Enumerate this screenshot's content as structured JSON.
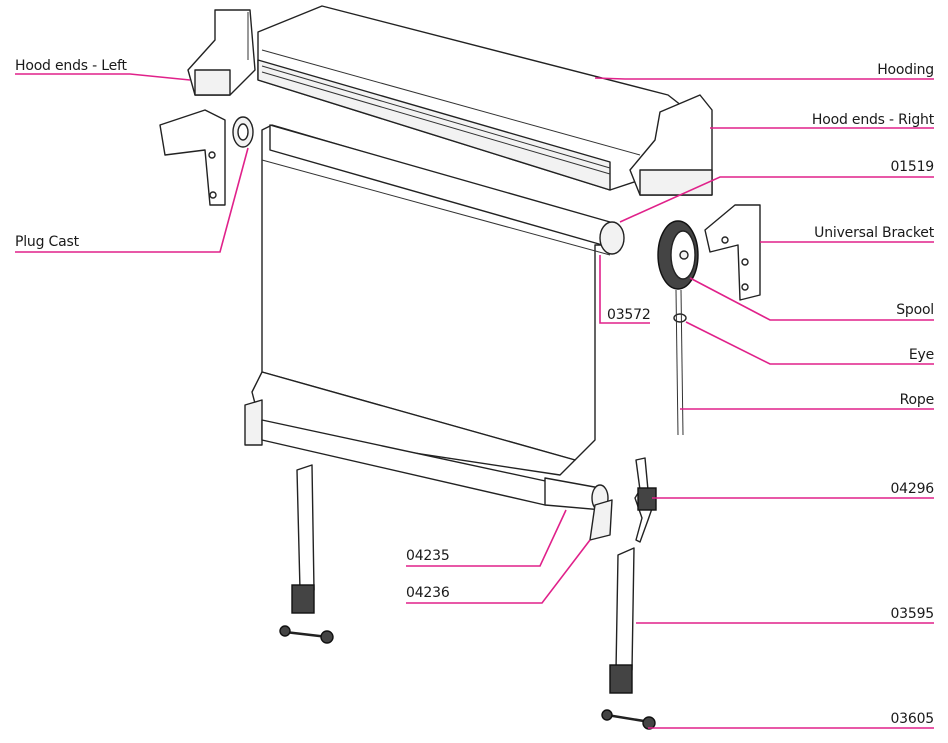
{
  "labels": {
    "hood_ends_left": "Hood ends - Left",
    "hooding": "Hooding",
    "hood_ends_right": "Hood ends - Right",
    "plug_cast": "Plug Cast",
    "p01519": "01519",
    "universal_bracket": "Universal Bracket",
    "p03572": "03572",
    "spool": "Spool",
    "eye": "Eye",
    "rope": "Rope",
    "p04296": "04296",
    "p04235": "04235",
    "p04236": "04236",
    "p03595": "03595",
    "p03605": "03605"
  },
  "colors": {
    "leader_line": "#e0218a",
    "outline": "#222222"
  }
}
